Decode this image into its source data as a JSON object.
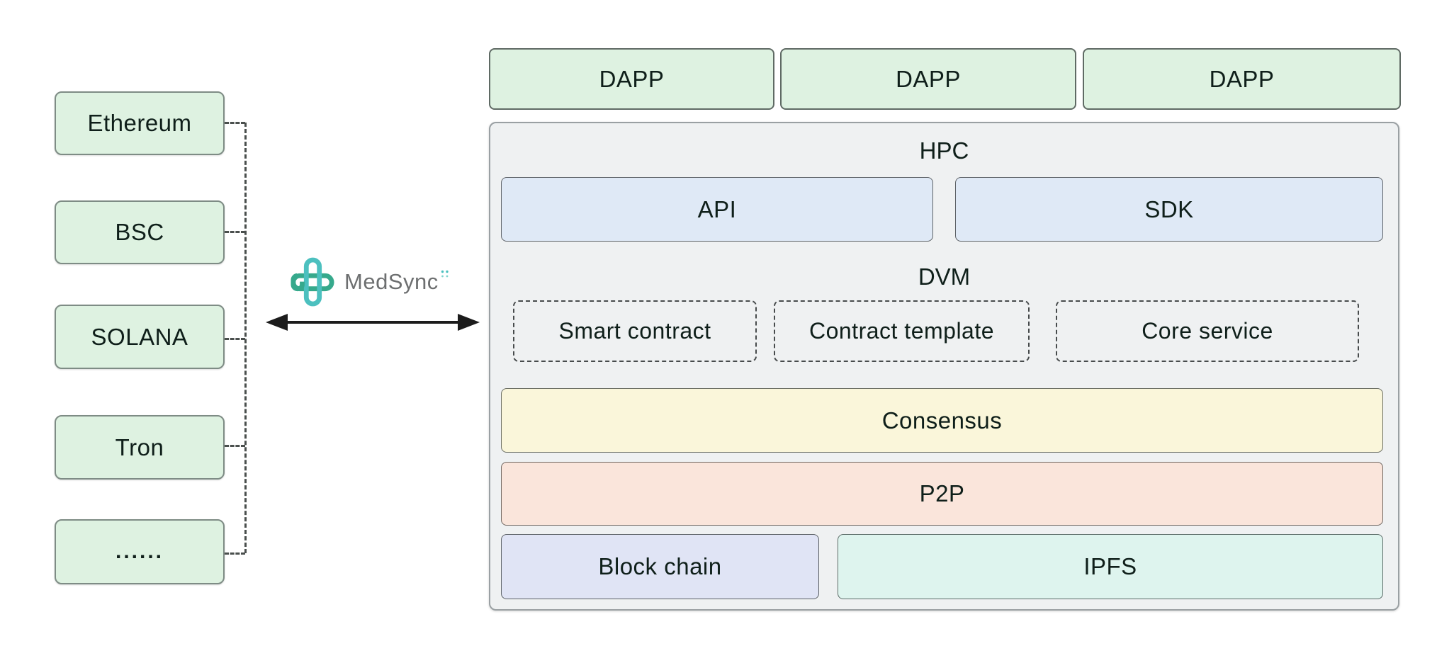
{
  "chains": [
    {
      "label": "Ethereum"
    },
    {
      "label": "BSC"
    },
    {
      "label": "SOLANA"
    },
    {
      "label": "Tron"
    },
    {
      "label": "......"
    }
  ],
  "logo": {
    "text": "MedSync"
  },
  "dapps": [
    {
      "label": "DAPP"
    },
    {
      "label": "DAPP"
    },
    {
      "label": "DAPP"
    }
  ],
  "hpc": {
    "label": "HPC",
    "api_label": "API",
    "sdk_label": "SDK"
  },
  "dvm": {
    "label": "DVM",
    "items": [
      {
        "label": "Smart contract"
      },
      {
        "label": "Contract template"
      },
      {
        "label": "Core service"
      }
    ]
  },
  "layers": {
    "consensus": "Consensus",
    "p2p": "P2P",
    "blockchain": "Block chain",
    "ipfs": "IPFS"
  },
  "colors": {
    "green": "#def2e1",
    "blue": "#dfe9f6",
    "yellow": "#faf6da",
    "pink": "#fae5db",
    "lavender": "#e0e4f5",
    "mint": "#def4ee",
    "panel_gray": "#eff1f2",
    "teal": "#4cc0bf",
    "logo_green": "#36a98c",
    "logo_gray": "#6d6f70",
    "arrow_black": "#1c1c1c"
  }
}
